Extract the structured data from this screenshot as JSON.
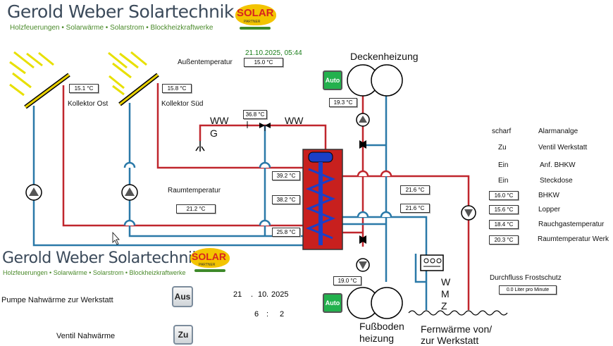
{
  "header": {
    "company": "Gerold Weber Solartechnik",
    "tagline": "Holzfeuerungen • Solarwärme • Solarstrom • Blockheizkraftwerke",
    "logo_text": "SOLAR",
    "logo_sub": "PARTNER"
  },
  "footer_brand": {
    "company": "Gerold Weber Solartechnik",
    "tagline": "Holzfeuerungen • Solarwärme • Solarstrom • Blockheizkraftwerke",
    "logo_text": "SOLAR",
    "logo_sub": "PARTNER"
  },
  "datetime": "21.10.2025, 05:44",
  "outside_temp": {
    "label": "Außentemperatur",
    "value": "15.0 °C"
  },
  "collectors": {
    "east": {
      "label": "Kollektor Ost",
      "value": "15.1 °C"
    },
    "south": {
      "label": "Kollektor Süd",
      "value": "15.8 °C"
    }
  },
  "ww": {
    "left": "WW",
    "right": "WW",
    "g": "G",
    "temp": "36.8 °C"
  },
  "room_temp": {
    "label": "Raumtemperatur",
    "value": "21.2 °C"
  },
  "storage": {
    "t1": "39.2 °C",
    "t2": "38.2 °C",
    "t3": "25.8 °C"
  },
  "lines": {
    "t_upper": "21.6 °C",
    "t_lower": "21.6 °C"
  },
  "ceiling": {
    "label": "Deckenheizung",
    "temp": "19.3 °C",
    "auto": "Auto"
  },
  "floor": {
    "label1": "Fußboden",
    "label2": "heizung",
    "temp": "19.0 °C",
    "auto": "Auto"
  },
  "district": {
    "label1": "Fernwärme von/",
    "label2": "zur Werkstatt",
    "wmz": [
      "W",
      "M",
      "Z"
    ]
  },
  "status": [
    {
      "state": "scharf",
      "name": "Alarmanalge"
    },
    {
      "state": "Zu",
      "name": "Ventil Werkstatt"
    },
    {
      "state": "Ein",
      "name": "Anf. BHKW"
    },
    {
      "state": "Ein",
      "name": "Steckdose"
    }
  ],
  "readings": [
    {
      "value": "16.0 °C",
      "name": "BHKW"
    },
    {
      "value": "15.6 °C",
      "name": "Lopper"
    },
    {
      "value": "18.4 °C",
      "name": "Rauchgastemperatur"
    },
    {
      "value": "20.3 °C",
      "name": "Raumtemperatur Werk"
    }
  ],
  "flow": {
    "label": "Durchfluss Frostschutz",
    "value": "0.0 Liter pro Minute"
  },
  "controls": {
    "pump_label": "Pumpe  Nahwärme zur Werkstatt",
    "pump_btn": "Aus",
    "valve_label": "Ventil Nahwärme",
    "valve_btn": "Zu",
    "date_d": "21",
    "date_m": "10",
    "date_y": "2025",
    "date_sep": ".",
    "time_h": "6",
    "time_m": "2",
    "time_sep": ":"
  },
  "colors": {
    "hot": "#c0262d",
    "cold": "#2a79a8",
    "tank": "#c8201e",
    "coil": "#1b3fc7",
    "auto": "#23b14d",
    "brand_green": "#4a8a2a"
  }
}
